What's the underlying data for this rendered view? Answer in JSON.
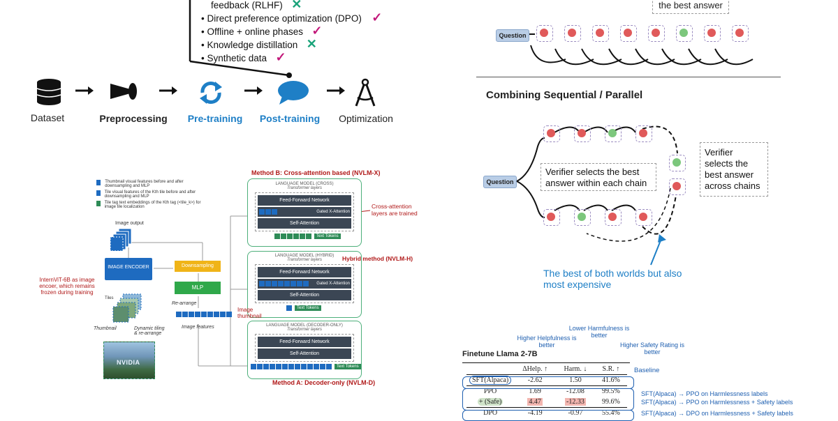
{
  "top_left": {
    "list_items": [
      {
        "text": "feedback (RLHF)",
        "mark": "cross"
      },
      {
        "text": "Direct preference optimization (DPO)",
        "mark": "check"
      },
      {
        "text": "Offline + online phases",
        "mark": "check"
      },
      {
        "text": "Knowledge distillation",
        "mark": "cross"
      },
      {
        "text": "Synthetic data",
        "mark": "check"
      }
    ],
    "marks": {
      "cross": "✕",
      "check": "✓"
    },
    "pipeline": [
      "Dataset",
      "Preprocessing",
      "Pre-training",
      "Post-training",
      "Optimization"
    ]
  },
  "nvlm": {
    "method_b": "Method B: Cross-attention based (NVLM-X)",
    "method_a": "Method A: Decoder-only (NVLM-D)",
    "hybrid": "Hybrid method (NVLM-H)",
    "lm_cross": "LANGUAGE MODEL (CROSS)",
    "lm_hybrid": "LANGUAGE MODEL (HYBRID)",
    "lm_decoder": "LANGUAGE MODEL (DECODER-ONLY)",
    "transformer_layers": "Transformer layers",
    "ffn": "Feed-Forward Network",
    "self_attn": "Self-Attention",
    "gated": "Gated X-Attention",
    "text_tokens": "Text Tokens",
    "cross_note": "Cross-attention layers are trained",
    "legend1": "Thumbnail visual features before and after downsampling and MLP",
    "legend2": "Tile visual features of the Kth tile before and after downsampling and MLP",
    "legend3": "Tile tag text embeddings of the Kth tag (<tile_k>) for image tile localization",
    "image_output": "Image output",
    "image_encoder": "IMAGE ENCODER",
    "downsampling": "Downsampling",
    "mlp": "MLP",
    "rearrange": "Re-arrange",
    "image_features": "Image features",
    "intern_note": "InternViT-6B as image encoer, which remains frozen during training",
    "tiles": "Tiles",
    "thumbnail": "Thumbnail",
    "dynamic": "Dynamic tiling & re-arrange",
    "image_thumbnail": "Image thumbnail",
    "nvidia": "NVIDIA"
  },
  "right": {
    "best_answer_top": "the best answer",
    "question": "Question",
    "combining_title": "Combining Sequential / Parallel",
    "verifier_within": "Verifier selects the best answer within each chain",
    "verifier_across": "Verifier selects the best answer across chains",
    "best_both": "The best of both worlds but also most expensive",
    "top_chain": [
      "r",
      "r",
      "r",
      "r",
      "r",
      "g",
      "r",
      "r"
    ],
    "chain1": [
      "r",
      "r",
      "g",
      "r"
    ],
    "chain2": [
      "r",
      "g",
      "r",
      "r"
    ],
    "final": [
      "g",
      "r"
    ]
  },
  "table": {
    "title": "Finetune Llama 2-7B",
    "note_help": "Higher Helpfulness is better",
    "note_harm": "Lower Harmfulness is better",
    "note_sr": "Higher Safety Rating is better",
    "baseline": "Baseline",
    "headers": [
      "ΔHelp. ↑",
      "Harm. ↓",
      "S.R. ↑"
    ],
    "rows": [
      {
        "label": "SFT(Alpaca)",
        "help": "-2.62",
        "harm": "1.50",
        "sr": "41.6%"
      },
      {
        "label": "PPO",
        "help": "1.69",
        "harm": "-12.08",
        "sr": "99.5%"
      },
      {
        "label": "+ (Safe)",
        "help": "4.47",
        "harm": "-12.33",
        "sr": "99.6%"
      },
      {
        "label": "DPO",
        "help": "-4.19",
        "harm": "-0.97",
        "sr": "55.4%"
      }
    ],
    "side_notes": [
      "SFT(Alpaca) → PPO on Harmlessness labels",
      "SFT(Alpaca) → PPO on Harmlessness + Safety labels",
      "SFT(Alpaca) → DPO on Harmlessness + Safety labels"
    ]
  }
}
